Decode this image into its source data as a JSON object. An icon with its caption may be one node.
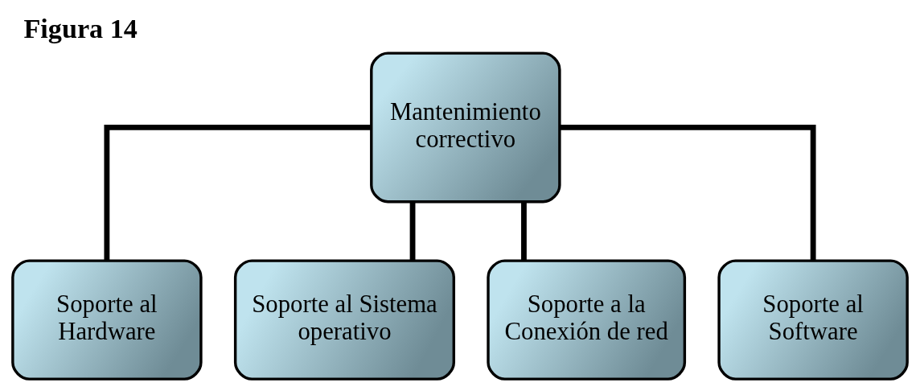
{
  "diagram": {
    "title": "Figura 14",
    "nodes": [
      {
        "text": [
          "Mantenimiento correctivo"
        ]
      },
      {
        "text": [
          "Soporte al Hardware"
        ]
      },
      {
        "text": [
          "Soporte al Sistema operativo"
        ]
      },
      {
        "text": [
          "Soporte a la Conexión de red"
        ]
      },
      {
        "text": [
          "Soporte al Software"
        ]
      }
    ],
    "edges": [
      {
        "from": 0,
        "to": 1,
        "arrow": "none"
      },
      {
        "from": 0,
        "to": 2,
        "arrow": "none"
      },
      {
        "from": 0,
        "to": 3,
        "arrow": "none"
      },
      {
        "from": 0,
        "to": 4,
        "arrow": "none"
      }
    ]
  }
}
